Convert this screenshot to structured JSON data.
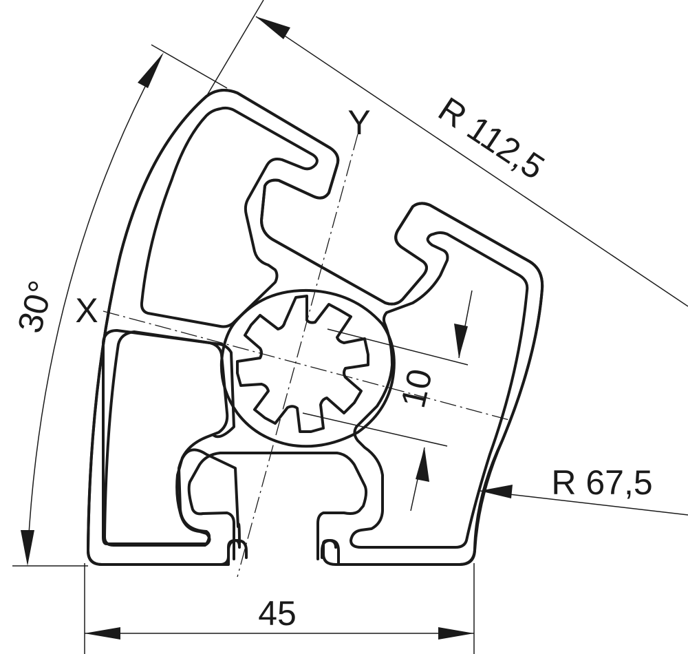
{
  "dimensions": {
    "width": "45",
    "angle": "30°",
    "outer_radius": "R 112,5",
    "inner_radius": "R 67,5",
    "slot": "10"
  },
  "axes": {
    "x": "X",
    "y": "Y"
  }
}
